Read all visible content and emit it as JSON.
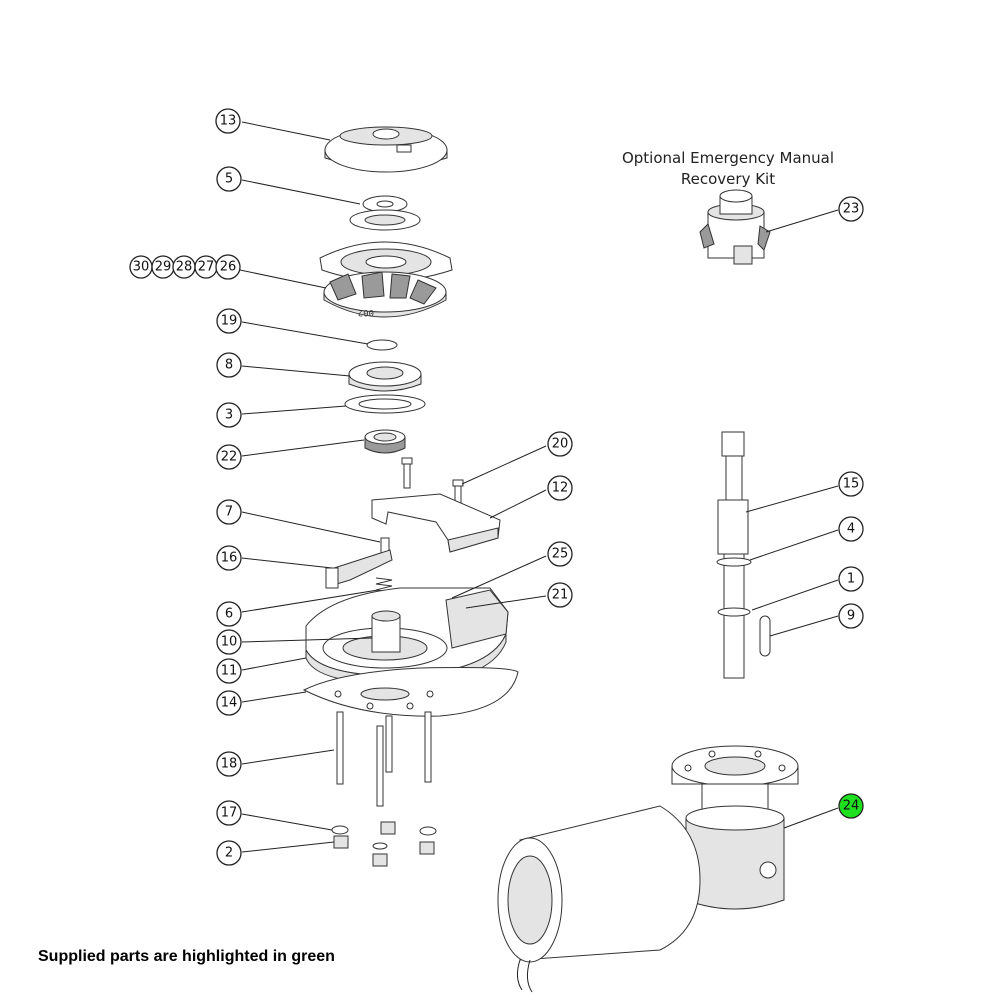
{
  "kit": {
    "title_line1": "Optional Emergency Manual",
    "title_line2": "Recovery Kit"
  },
  "note": "Supplied parts are highlighted in green",
  "highlight_color": "#1fe01f",
  "callouts": {
    "c13": "13",
    "c5": "5",
    "c30": "30",
    "c29": "29",
    "c28": "28",
    "c27": "27",
    "c26": "26",
    "c19": "19",
    "c8": "8",
    "c3": "3",
    "c22": "22",
    "c20": "20",
    "c12": "12",
    "c7": "7",
    "c16": "16",
    "c25": "25",
    "c6": "6",
    "c21": "21",
    "c10": "10",
    "c11": "11",
    "c14": "14",
    "c18": "18",
    "c17": "17",
    "c2": "2",
    "c23": "23",
    "c15": "15",
    "c4": "4",
    "c1": "1",
    "c9": "9",
    "c24": "24"
  },
  "drum_marking": "002"
}
